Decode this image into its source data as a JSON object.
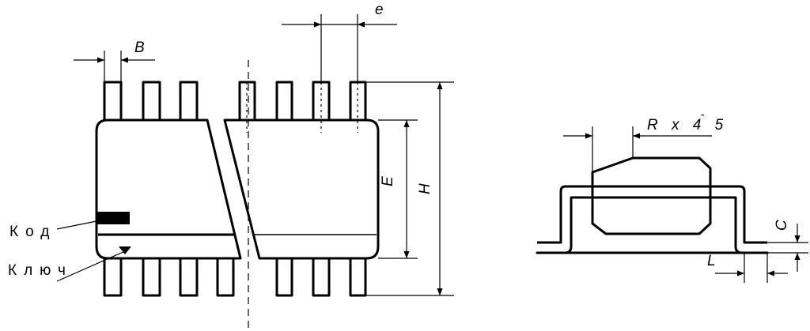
{
  "labels": {
    "pitch": "e",
    "lead_width": "B",
    "body_width": "E",
    "overall_width": "H",
    "chamfer": "R x 4 5",
    "degree": "°",
    "lead_thickness": "C",
    "foot_length": "L",
    "marking_code": "Код",
    "key_mark": "Ключ"
  },
  "colors": {
    "ink": "#000000",
    "marking_fill": "#000000"
  }
}
